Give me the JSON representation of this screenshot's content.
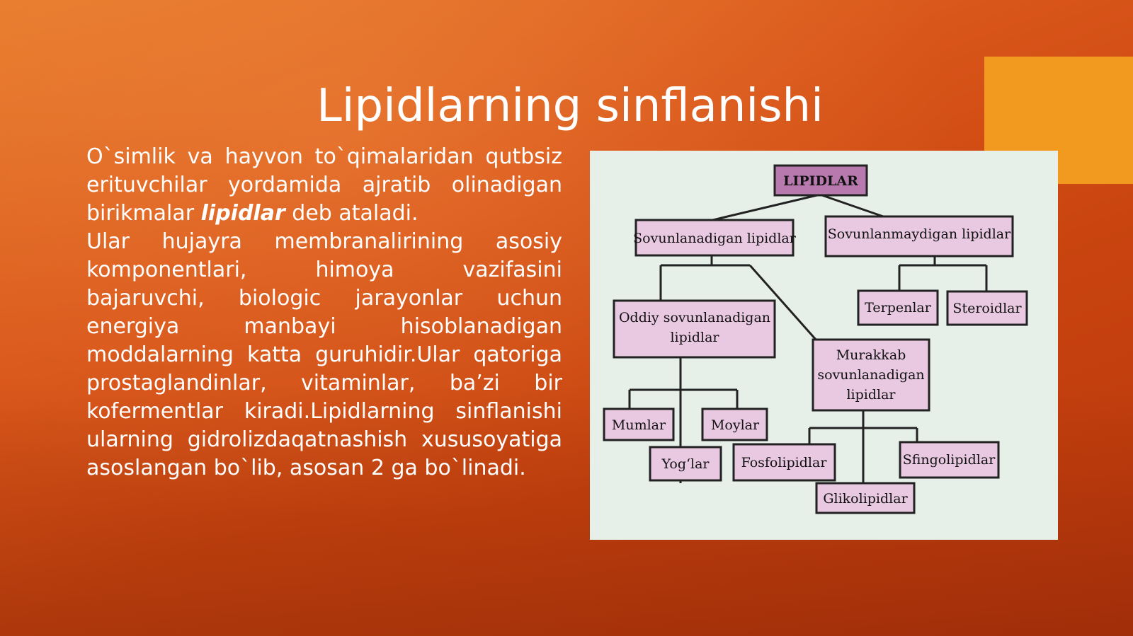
{
  "slide": {
    "title": "Lipidlarning sinflanishi",
    "para1_before": "O`simlik va hayvon to`qimalaridan qutbsiz erituvchilar yordamida ajratib olinadigan birikmalar ",
    "para1_emph": "lipidlar",
    "para1_after": " deb ataladi.",
    "para2": "Ular hujayra membranalirining asosiy komponentlari, himoya vazifasini bajaruvchi, biologic jarayonlar uchun energiya manbayi hisoblanadigan moddalarning katta guruhidir.Ular qatoriga prostaglandinlar, vitaminlar, ba’zi bir kofermentlar kiradi.Lipidlarning sinflanishi ularning gidrolizdaqatnashish xususoyatiga asoslangan bo`lib, asosan 2 ga bo`linadi."
  },
  "diagram": {
    "root": "LIPIDLAR",
    "saponifiable": "Sovunlanadigan lipidlar",
    "nonsaponifiable": "Sovunlanmaydigan lipidlar",
    "terpenes": "Terpenlar",
    "steroids": "Steroidlar",
    "simple_line1": "Oddiy sovunlanadigan",
    "simple_line2": "lipidlar",
    "complex_line1": "Murakkab",
    "complex_line2": "sovunlanadigan",
    "complex_line3": "lipidlar",
    "waxes": "Mumlar",
    "oils": "Moylar",
    "fats": "Yog‘lar",
    "phospholipids": "Fosfolipidlar",
    "sphingolipids": "Sfingolipidlar",
    "glycolipids": "Glikolipidlar"
  },
  "colors": {
    "accent": "#f2991f",
    "root_box": "#b879ae",
    "node_box": "#e9c9e2",
    "figure_bg": "#e7efe9"
  }
}
